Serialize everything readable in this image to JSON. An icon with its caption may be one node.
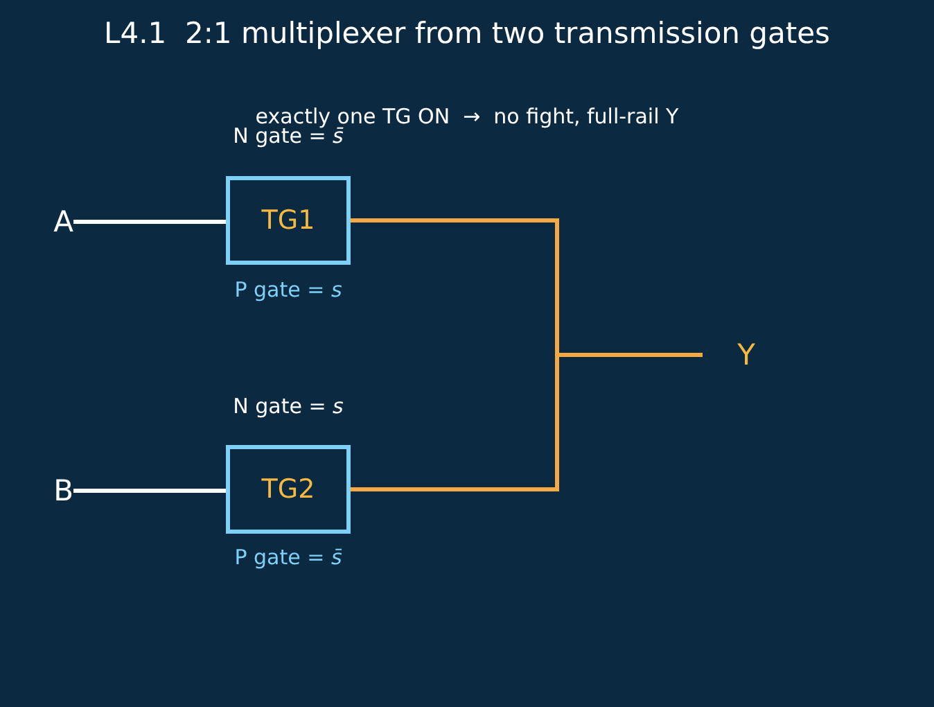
{
  "diagram": {
    "title": "L4.1  2:1 multiplexer from two transmission gates",
    "nodes": [
      {
        "text": [
          "A"
        ]
      },
      {
        "text": [
          "TG1"
        ],
        "beside": [
          "N gate = *s̄*",
          "P gate = *s*"
        ]
      },
      {
        "text": [
          "B"
        ]
      },
      {
        "text": [
          "TG2"
        ],
        "beside": [
          "N gate = *s*",
          "P gate = *s̄*"
        ]
      },
      {
        "text": [
          "Y"
        ]
      }
    ],
    "edges": [
      {
        "from": 0,
        "to": 1,
        "arrow": "none"
      },
      {
        "from": 2,
        "to": 3,
        "arrow": "none"
      },
      {
        "from": 1,
        "to": 4,
        "arrow": "none",
        "color": "#f5a945"
      },
      {
        "from": 3,
        "to": 4,
        "arrow": "none",
        "color": "#f5a945"
      }
    ],
    "labels": [
      "exactly one TG ON  →  no fight, full-rail Y"
    ]
  }
}
